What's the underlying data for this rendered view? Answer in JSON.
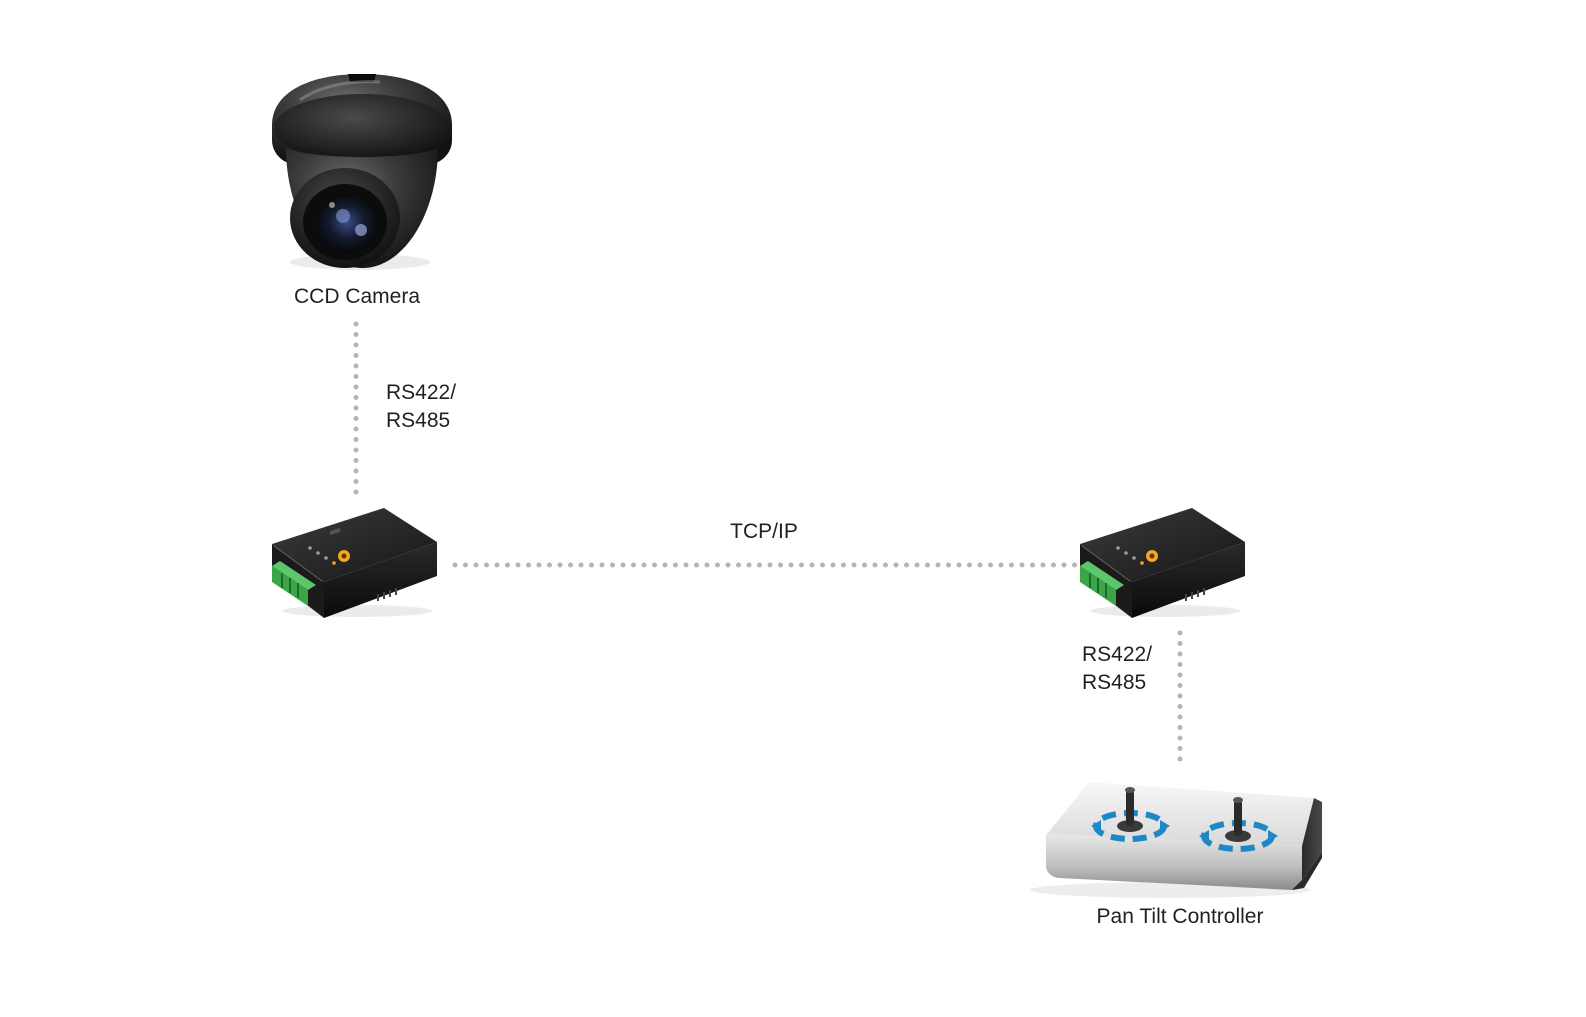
{
  "nodes": {
    "camera": {
      "label": "CCD Camera",
      "icon": "dome-camera-icon"
    },
    "server_left": {
      "icon": "serial-device-server-icon"
    },
    "server_right": {
      "icon": "serial-device-server-icon"
    },
    "controller": {
      "label": "Pan Tilt Controller",
      "icon": "pan-tilt-controller-icon"
    }
  },
  "links": {
    "camera_to_server": {
      "line1": "RS422/",
      "line2": "RS485"
    },
    "server_to_server": {
      "label": "TCP/IP"
    },
    "server_to_controller": {
      "line1": "RS422/",
      "line2": "RS485"
    }
  },
  "colors": {
    "connector_dots": "#b4b4b4",
    "device_body": "#1e1e1e",
    "terminal_block": "#3aa648",
    "status_led": "#f5a623",
    "controller_arrows": "#1e88c7"
  }
}
